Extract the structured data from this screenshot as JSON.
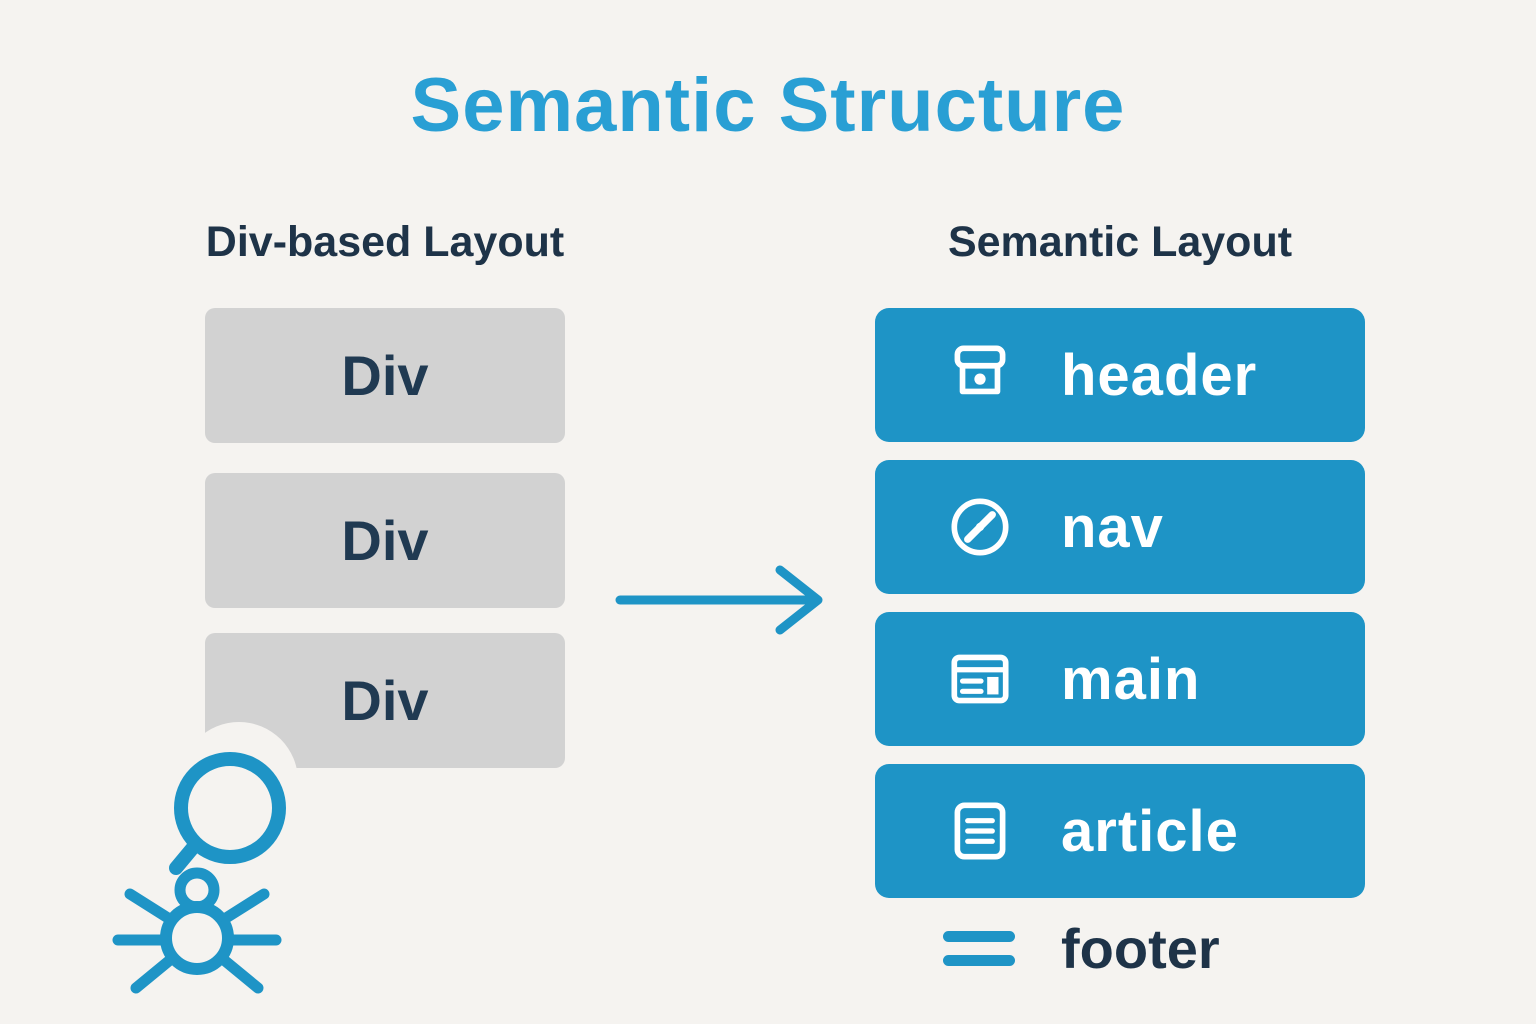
{
  "page": {
    "title": "Semantic Structure"
  },
  "left": {
    "heading": "Div-based Layout",
    "boxes": [
      "Div",
      "Div",
      "Div"
    ]
  },
  "right": {
    "heading": "Semantic Layout",
    "boxes": [
      {
        "label": "header",
        "icon": "storefront-icon"
      },
      {
        "label": "nav",
        "icon": "compass-icon"
      },
      {
        "label": "main",
        "icon": "browser-window-icon"
      },
      {
        "label": "article",
        "icon": "document-lines-icon"
      }
    ],
    "footer": {
      "label": "footer",
      "icon": "double-lines-icon"
    }
  },
  "decorations": {
    "arrow": "arrow-right-icon",
    "crawler": "crawler-bug-icon"
  },
  "colors": {
    "background": "#f5f3f0",
    "title_blue": "#299fd4",
    "box_blue": "#1e94c6",
    "dark_navy": "#1e3348",
    "gray_box": "#d2d2d2",
    "white": "#ffffff"
  }
}
